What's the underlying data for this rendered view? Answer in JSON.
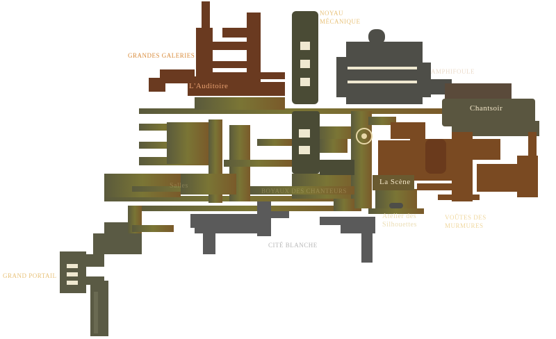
{
  "colors": {
    "brown": "#6e3a1e",
    "olive": "#7a7535",
    "green": "#4a4b35",
    "grey": "#5a5a5a",
    "gold": "#e8c27a",
    "orange": "#d98b3a",
    "light_text": "#f3e6c8",
    "grey_text": "#b8b8b8"
  },
  "labels": {
    "noyau_1": "NOYAU",
    "noyau_2": "MÉCANIQUE",
    "grandes_galeries": "GRANDES GALERIES",
    "auditoire": "L'Auditoire",
    "chantsoir": "Chantsoir",
    "scene": "La Scène",
    "voutes_1": "VOÛTES DES",
    "voutes_2": "MURMURES",
    "atelier_1": "Atelier des",
    "atelier_2": "Silhouettes",
    "cite_blanche": "CITÉ BLANCHE",
    "grand_portail": "GRAND PORTAIL",
    "faded_right": "AMPHIFOULE",
    "faded_mid": "BOYAUX DES CHANTEURS",
    "faded_left": "Salles"
  }
}
